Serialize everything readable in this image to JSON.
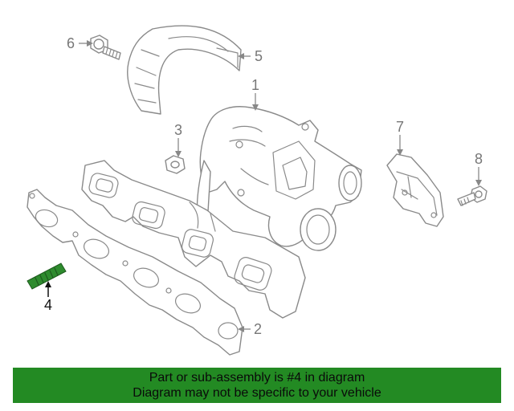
{
  "callouts": {
    "c1": "1",
    "c2": "2",
    "c3": "3",
    "c4": "4",
    "c5": "5",
    "c6": "6",
    "c7": "7",
    "c8": "8"
  },
  "highlighted_part": "4",
  "colors": {
    "banner_bg": "#238a23",
    "highlight": "#2e8b2e",
    "line_art": "#8a8a8a"
  },
  "banner": {
    "line1": "Part or sub-assembly is #4 in diagram",
    "line2": "Diagram may not be specific to your vehicle"
  }
}
